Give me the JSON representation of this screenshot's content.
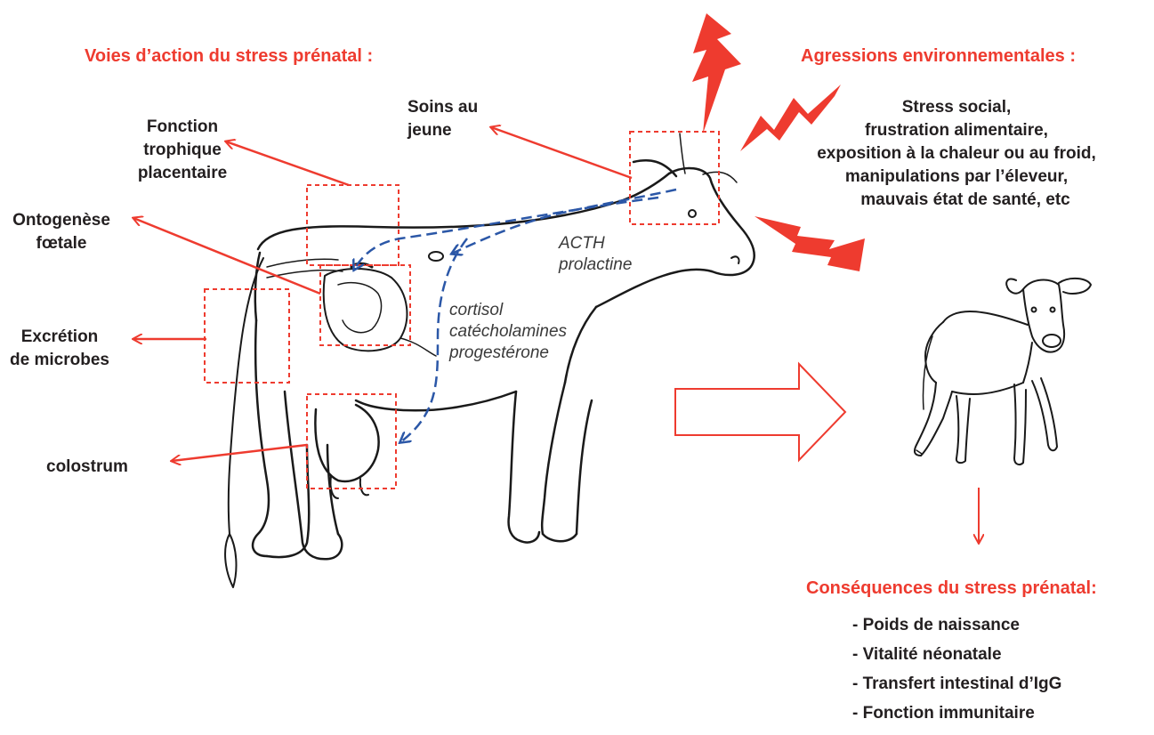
{
  "headings": {
    "left": "Voies d’action du stress prénatal :",
    "right": "Agressions environnementales :",
    "consequences": "Conséquences du stress prénatal:"
  },
  "pathway_labels": {
    "soins": [
      "Soins au",
      "jeune"
    ],
    "fonction": [
      "Fonction",
      "trophique",
      "placentaire"
    ],
    "ontogenese": [
      "Ontogenèse",
      "fœtale"
    ],
    "excretion": [
      "Excrétion",
      "de microbes"
    ],
    "colostrum": "colostrum"
  },
  "hormones": {
    "acth": [
      "ACTH",
      "prolactine"
    ],
    "cortisol": [
      "cortisol",
      "catécholamines",
      "progestérone"
    ]
  },
  "stressors": [
    "Stress social,",
    "frustration alimentaire,",
    "exposition à la chaleur ou au froid,",
    "manipulations par l’éleveur,",
    "mauvais état de santé, etc"
  ],
  "consequences": [
    "- Poids de naissance",
    "- Vitalité néonatale",
    "- Transfert intestinal d’IgG",
    "- Fonction immunitaire"
  ],
  "colors": {
    "accent": "#ee3b2f",
    "hormone_path": "#2b57a7",
    "text": "#231f20",
    "outline": "#1a1a1a"
  },
  "icons": [
    "cow-illustration",
    "calf-illustration",
    "lightning-bolt-icon",
    "hollow-right-arrow"
  ]
}
